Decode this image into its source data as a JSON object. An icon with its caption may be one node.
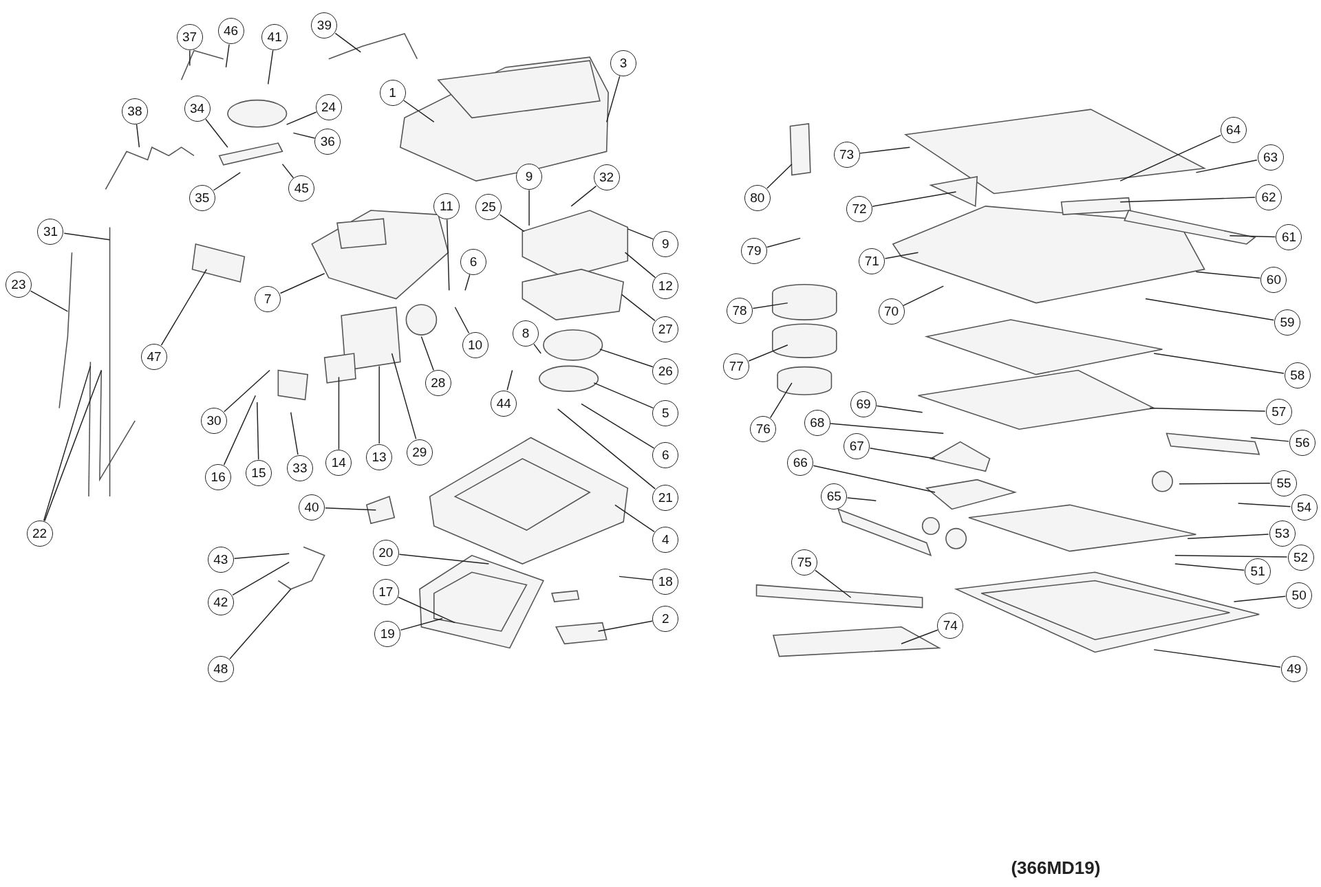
{
  "diagram": {
    "caption": "(366MD19)",
    "nodes": [
      {
        "text": [
          "37"
        ]
      },
      {
        "text": [
          "46"
        ]
      },
      {
        "text": [
          "41"
        ]
      },
      {
        "text": [
          "39"
        ]
      },
      {
        "text": [
          "1"
        ]
      },
      {
        "text": [
          "3"
        ]
      },
      {
        "text": [
          "38"
        ]
      },
      {
        "text": [
          "34"
        ]
      },
      {
        "text": [
          "24"
        ]
      },
      {
        "text": [
          "36"
        ]
      },
      {
        "text": [
          "35"
        ]
      },
      {
        "text": [
          "45"
        ]
      },
      {
        "text": [
          "9"
        ]
      },
      {
        "text": [
          "32"
        ]
      },
      {
        "text": [
          "25"
        ]
      },
      {
        "text": [
          "11"
        ]
      },
      {
        "text": [
          "31"
        ]
      },
      {
        "text": [
          "9"
        ]
      },
      {
        "text": [
          "23"
        ]
      },
      {
        "text": [
          "6"
        ]
      },
      {
        "text": [
          "12"
        ]
      },
      {
        "text": [
          "7"
        ]
      },
      {
        "text": [
          "27"
        ]
      },
      {
        "text": [
          "10"
        ]
      },
      {
        "text": [
          "8"
        ]
      },
      {
        "text": [
          "47"
        ]
      },
      {
        "text": [
          "28"
        ]
      },
      {
        "text": [
          "26"
        ]
      },
      {
        "text": [
          "30"
        ]
      },
      {
        "text": [
          "5"
        ]
      },
      {
        "text": [
          "44"
        ]
      },
      {
        "text": [
          "16"
        ]
      },
      {
        "text": [
          "15"
        ]
      },
      {
        "text": [
          "33"
        ]
      },
      {
        "text": [
          "14"
        ]
      },
      {
        "text": [
          "13"
        ]
      },
      {
        "text": [
          "29"
        ]
      },
      {
        "text": [
          "6"
        ]
      },
      {
        "text": [
          "21"
        ]
      },
      {
        "text": [
          "22"
        ]
      },
      {
        "text": [
          "40"
        ]
      },
      {
        "text": [
          "4"
        ]
      },
      {
        "text": [
          "43"
        ]
      },
      {
        "text": [
          "20"
        ]
      },
      {
        "text": [
          "18"
        ]
      },
      {
        "text": [
          "42"
        ]
      },
      {
        "text": [
          "17"
        ]
      },
      {
        "text": [
          "19"
        ]
      },
      {
        "text": [
          "2"
        ]
      },
      {
        "text": [
          "48"
        ]
      },
      {
        "text": [
          "80"
        ]
      },
      {
        "text": [
          "73"
        ]
      },
      {
        "text": [
          "64"
        ]
      },
      {
        "text": [
          "63"
        ]
      },
      {
        "text": [
          "72"
        ]
      },
      {
        "text": [
          "62"
        ]
      },
      {
        "text": [
          "79"
        ]
      },
      {
        "text": [
          "61"
        ]
      },
      {
        "text": [
          "71"
        ]
      },
      {
        "text": [
          "60"
        ]
      },
      {
        "text": [
          "78"
        ]
      },
      {
        "text": [
          "70"
        ]
      },
      {
        "text": [
          "59"
        ]
      },
      {
        "text": [
          "77"
        ]
      },
      {
        "text": [
          "58"
        ]
      },
      {
        "text": [
          "69"
        ]
      },
      {
        "text": [
          "57"
        ]
      },
      {
        "text": [
          "76"
        ]
      },
      {
        "text": [
          "68"
        ]
      },
      {
        "text": [
          "56"
        ]
      },
      {
        "text": [
          "67"
        ]
      },
      {
        "text": [
          "66"
        ]
      },
      {
        "text": [
          "55"
        ]
      },
      {
        "text": [
          "65"
        ]
      },
      {
        "text": [
          "54"
        ]
      },
      {
        "text": [
          "53"
        ]
      },
      {
        "text": [
          "52"
        ]
      },
      {
        "text": [
          "75"
        ]
      },
      {
        "text": [
          "51"
        ]
      },
      {
        "text": [
          "50"
        ]
      },
      {
        "text": [
          "74"
        ]
      },
      {
        "text": [
          "49"
        ]
      }
    ],
    "edges": [
      {
        "from": 0,
        "to": null,
        "arrow": "none"
      },
      {
        "from": 1,
        "to": null,
        "arrow": "none"
      },
      {
        "from": 2,
        "to": null,
        "arrow": "none"
      },
      {
        "from": 3,
        "to": null,
        "arrow": "none"
      },
      {
        "from": 4,
        "to": null,
        "arrow": "none"
      },
      {
        "from": 5,
        "to": null,
        "arrow": "none"
      },
      {
        "from": 6,
        "to": null,
        "arrow": "none"
      },
      {
        "from": 7,
        "to": null,
        "arrow": "none"
      },
      {
        "from": 8,
        "to": null,
        "arrow": "none"
      },
      {
        "from": 9,
        "to": null,
        "arrow": "none"
      },
      {
        "from": 10,
        "to": null,
        "arrow": "none"
      },
      {
        "from": 11,
        "to": null,
        "arrow": "none"
      },
      {
        "from": 12,
        "to": null,
        "arrow": "none"
      },
      {
        "from": 13,
        "to": null,
        "arrow": "none"
      },
      {
        "from": 14,
        "to": null,
        "arrow": "none"
      },
      {
        "from": 15,
        "to": null,
        "arrow": "none"
      },
      {
        "from": 16,
        "to": null,
        "arrow": "none"
      },
      {
        "from": 17,
        "to": null,
        "arrow": "none"
      },
      {
        "from": 18,
        "to": null,
        "arrow": "none"
      },
      {
        "from": 19,
        "to": null,
        "arrow": "none"
      },
      {
        "from": 20,
        "to": null,
        "arrow": "none"
      },
      {
        "from": 21,
        "to": null,
        "arrow": "none"
      },
      {
        "from": 22,
        "to": null,
        "arrow": "none"
      },
      {
        "from": 23,
        "to": null,
        "arrow": "none"
      },
      {
        "from": 24,
        "to": null,
        "arrow": "none"
      },
      {
        "from": 25,
        "to": null,
        "arrow": "none"
      },
      {
        "from": 26,
        "to": null,
        "arrow": "none"
      },
      {
        "from": 27,
        "to": null,
        "arrow": "none"
      },
      {
        "from": 28,
        "to": null,
        "arrow": "none"
      },
      {
        "from": 29,
        "to": null,
        "arrow": "none"
      },
      {
        "from": 30,
        "to": null,
        "arrow": "none"
      },
      {
        "from": 31,
        "to": null,
        "arrow": "none"
      },
      {
        "from": 32,
        "to": null,
        "arrow": "none"
      },
      {
        "from": 33,
        "to": null,
        "arrow": "none"
      },
      {
        "from": 34,
        "to": null,
        "arrow": "none"
      },
      {
        "from": 35,
        "to": null,
        "arrow": "none"
      },
      {
        "from": 36,
        "to": null,
        "arrow": "none"
      },
      {
        "from": 37,
        "to": null,
        "arrow": "none"
      },
      {
        "from": 38,
        "to": null,
        "arrow": "none"
      },
      {
        "from": 39,
        "to": null,
        "arrow": "none"
      },
      {
        "from": 39,
        "to": null,
        "arrow": "none"
      },
      {
        "from": 40,
        "to": null,
        "arrow": "none"
      },
      {
        "from": 41,
        "to": null,
        "arrow": "none"
      },
      {
        "from": 42,
        "to": null,
        "arrow": "none"
      },
      {
        "from": 43,
        "to": null,
        "arrow": "none"
      },
      {
        "from": 44,
        "to": null,
        "arrow": "none"
      },
      {
        "from": 45,
        "to": null,
        "arrow": "none"
      },
      {
        "from": 46,
        "to": null,
        "arrow": "none"
      },
      {
        "from": 47,
        "to": null,
        "arrow": "none"
      },
      {
        "from": 48,
        "to": null,
        "arrow": "none"
      },
      {
        "from": 49,
        "to": null,
        "arrow": "none"
      },
      {
        "from": 50,
        "to": null,
        "arrow": "none"
      },
      {
        "from": 51,
        "to": null,
        "arrow": "none"
      },
      {
        "from": 52,
        "to": null,
        "arrow": "none"
      },
      {
        "from": 53,
        "to": null,
        "arrow": "none"
      },
      {
        "from": 54,
        "to": null,
        "arrow": "none"
      },
      {
        "from": 55,
        "to": null,
        "arrow": "none"
      },
      {
        "from": 56,
        "to": null,
        "arrow": "none"
      },
      {
        "from": 57,
        "to": null,
        "arrow": "none"
      },
      {
        "from": 58,
        "to": null,
        "arrow": "none"
      },
      {
        "from": 59,
        "to": null,
        "arrow": "none"
      },
      {
        "from": 60,
        "to": null,
        "arrow": "none"
      },
      {
        "from": 61,
        "to": null,
        "arrow": "none"
      },
      {
        "from": 62,
        "to": null,
        "arrow": "none"
      },
      {
        "from": 63,
        "to": null,
        "arrow": "none"
      },
      {
        "from": 64,
        "to": null,
        "arrow": "none"
      },
      {
        "from": 65,
        "to": null,
        "arrow": "none"
      },
      {
        "from": 66,
        "to": null,
        "arrow": "none"
      },
      {
        "from": 67,
        "to": null,
        "arrow": "none"
      },
      {
        "from": 68,
        "to": null,
        "arrow": "none"
      },
      {
        "from": 69,
        "to": null,
        "arrow": "none"
      },
      {
        "from": 70,
        "to": null,
        "arrow": "none"
      },
      {
        "from": 71,
        "to": null,
        "arrow": "none"
      },
      {
        "from": 72,
        "to": null,
        "arrow": "none"
      },
      {
        "from": 73,
        "to": null,
        "arrow": "none"
      },
      {
        "from": 74,
        "to": null,
        "arrow": "none"
      },
      {
        "from": 75,
        "to": null,
        "arrow": "none"
      },
      {
        "from": 76,
        "to": null,
        "arrow": "none"
      },
      {
        "from": 77,
        "to": null,
        "arrow": "none"
      },
      {
        "from": 78,
        "to": null,
        "arrow": "none"
      },
      {
        "from": 79,
        "to": null,
        "arrow": "none"
      },
      {
        "from": 80,
        "to": null,
        "arrow": "none"
      },
      {
        "from": 81,
        "to": null,
        "arrow": "none"
      }
    ]
  }
}
